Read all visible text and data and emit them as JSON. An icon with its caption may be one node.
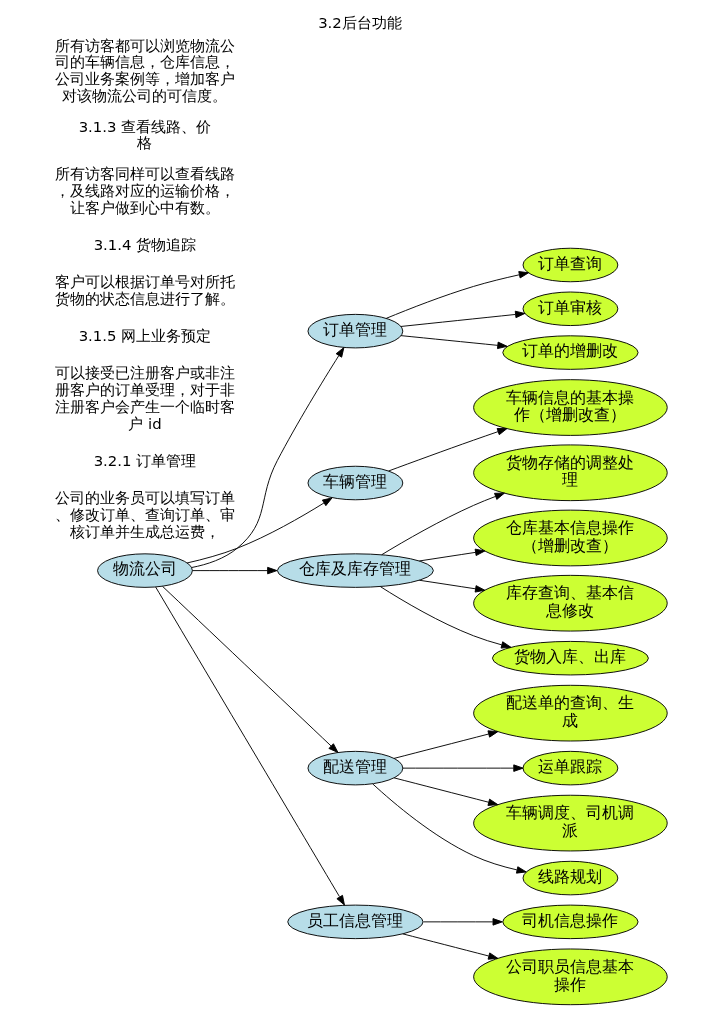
{
  "diagram": {
    "title": "3.2后台功能",
    "nodes": [
      {
        "text": [
          "物流公司"
        ]
      },
      {
        "text": [
          "订单管理"
        ]
      },
      {
        "text": [
          "车辆管理"
        ]
      },
      {
        "text": [
          "仓库及库存管理"
        ]
      },
      {
        "text": [
          "配送管理"
        ]
      },
      {
        "text": [
          "员工信息管理"
        ]
      },
      {
        "text": [
          "订单查询"
        ]
      },
      {
        "text": [
          "订单审核"
        ]
      },
      {
        "text": [
          "订单的增删改"
        ]
      },
      {
        "text": [
          "车辆信息的基本操作（增删改查）"
        ]
      },
      {
        "text": [
          "货物存储的调整处理"
        ]
      },
      {
        "text": [
          "仓库基本信息操作（增删改查）"
        ]
      },
      {
        "text": [
          "库存查询、基本信息修改"
        ]
      },
      {
        "text": [
          "货物入库、出库"
        ]
      },
      {
        "text": [
          "配送单的查询、生成"
        ]
      },
      {
        "text": [
          "运单跟踪"
        ]
      },
      {
        "text": [
          "车辆调度、司机调派"
        ]
      },
      {
        "text": [
          "线路规划"
        ]
      },
      {
        "text": [
          "司机信息操作"
        ]
      },
      {
        "text": [
          "公司职员信息基本操作"
        ]
      }
    ],
    "edges": [
      {
        "from": 0,
        "to": 1,
        "arrow": "to"
      },
      {
        "from": 0,
        "to": 2,
        "arrow": "to"
      },
      {
        "from": 0,
        "to": 3,
        "arrow": "to"
      },
      {
        "from": 0,
        "to": 4,
        "arrow": "to"
      },
      {
        "from": 0,
        "to": 5,
        "arrow": "to"
      },
      {
        "from": 1,
        "to": 6,
        "arrow": "to"
      },
      {
        "from": 1,
        "to": 7,
        "arrow": "to"
      },
      {
        "from": 1,
        "to": 8,
        "arrow": "to"
      },
      {
        "from": 2,
        "to": 9,
        "arrow": "to"
      },
      {
        "from": 3,
        "to": 10,
        "arrow": "to"
      },
      {
        "from": 3,
        "to": 11,
        "arrow": "to"
      },
      {
        "from": 3,
        "to": 12,
        "arrow": "to"
      },
      {
        "from": 3,
        "to": 13,
        "arrow": "to"
      },
      {
        "from": 4,
        "to": 14,
        "arrow": "to"
      },
      {
        "from": 4,
        "to": 15,
        "arrow": "to"
      },
      {
        "from": 4,
        "to": 16,
        "arrow": "to"
      },
      {
        "from": 4,
        "to": 17,
        "arrow": "to"
      },
      {
        "from": 5,
        "to": 18,
        "arrow": "to"
      },
      {
        "from": 5,
        "to": 19,
        "arrow": "to"
      }
    ],
    "labels": [
      "所有访客都可以浏览物流公司的车辆信息，仓库信息，公司业务案例等，增加客户对该物流公司的可信度。",
      "3.1.3 查看线路、价格",
      "所有访客同样可以查看线路，及线路对应的运输价格，让客户做到心中有数。",
      "3.1.4 货物追踪",
      "客户可以根据订单号对所托货物的状态信息进行了解。",
      "3.1.5 网上业务预定",
      "可以接受已注册客户或非注册客户的订单受理，对于非注册客户会产生一个临时客户 id",
      "3.2.1 订单管理",
      "公司的业务员可以填写订单、修改订单、查询订单、审核订单并生成总运费，"
    ]
  }
}
